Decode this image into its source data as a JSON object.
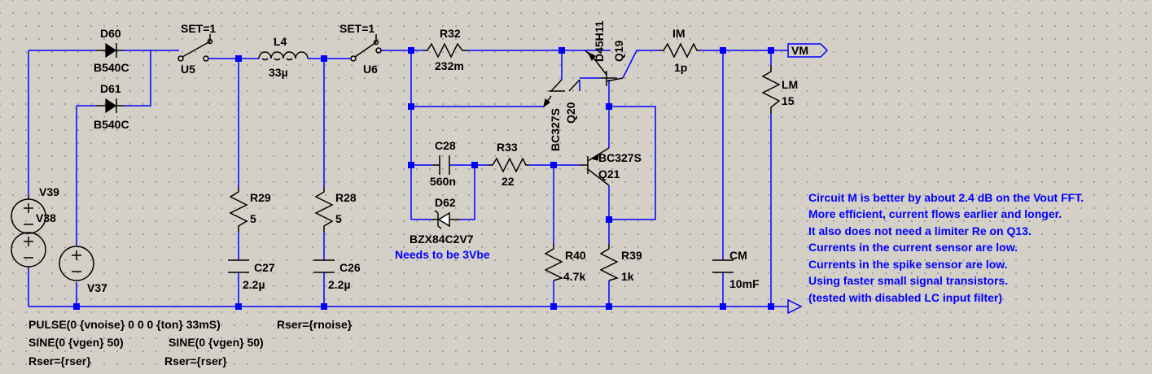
{
  "schematic": {
    "components": {
      "d60": {
        "name": "D60",
        "value": "B540C"
      },
      "d61": {
        "name": "D61",
        "value": "B540C"
      },
      "u5": {
        "name": "U5",
        "value": "SET=1"
      },
      "u6": {
        "name": "U6",
        "value": "SET=1"
      },
      "l4": {
        "name": "L4",
        "value": "33µ"
      },
      "r32": {
        "name": "R32",
        "value": "232m"
      },
      "q19": {
        "name": "Q19",
        "value": "D45H11"
      },
      "im": {
        "name": "IM",
        "value": "1p"
      },
      "vm": {
        "name": "VM"
      },
      "lm": {
        "name": "LM",
        "value": "15"
      },
      "q20": {
        "name": "Q20",
        "value": "BC327S"
      },
      "c28": {
        "name": "C28",
        "value": "560n"
      },
      "r33": {
        "name": "R33",
        "value": "22"
      },
      "q21": {
        "name": "Q21",
        "value": "BC327S"
      },
      "d62": {
        "name": "D62",
        "value": "BZX84C2V7"
      },
      "v39": {
        "name": "V39"
      },
      "v38": {
        "name": "V38"
      },
      "v37": {
        "name": "V37"
      },
      "r29": {
        "name": "R29",
        "value": "5"
      },
      "r28": {
        "name": "R28",
        "value": "5"
      },
      "c27": {
        "name": "C27",
        "value": "2.2µ"
      },
      "c26": {
        "name": "C26",
        "value": "2.2µ"
      },
      "r40": {
        "name": "R40",
        "value": "4.7k"
      },
      "r39": {
        "name": "R39",
        "value": "1k"
      },
      "cm": {
        "name": "CM",
        "value": "10mF"
      }
    },
    "zener_note": "Needs to be 3Vbe",
    "sources": {
      "v39_spec": "PULSE(0 {vnoise} 0 0 0 {ton} 33mS)",
      "v39_rser": "Rser={rnoise}",
      "v38_spec": "SINE(0 {vgen} 50)",
      "v38_rser": "Rser={rser}",
      "v37_spec": "SINE(0 {vgen} 50)",
      "v37_rser": "Rser={rser}"
    },
    "notes": [
      "Circuit M is better by about 2.4 dB on the Vout FFT.",
      "More efficient, current flows earlier and longer.",
      "It also does not need a limiter Re on Q13.",
      "Currents in the current sensor are low.",
      "Currents in the spike sensor are low.",
      "Using faster small signal transistors.",
      "(tested with disabled LC input filter)"
    ]
  }
}
